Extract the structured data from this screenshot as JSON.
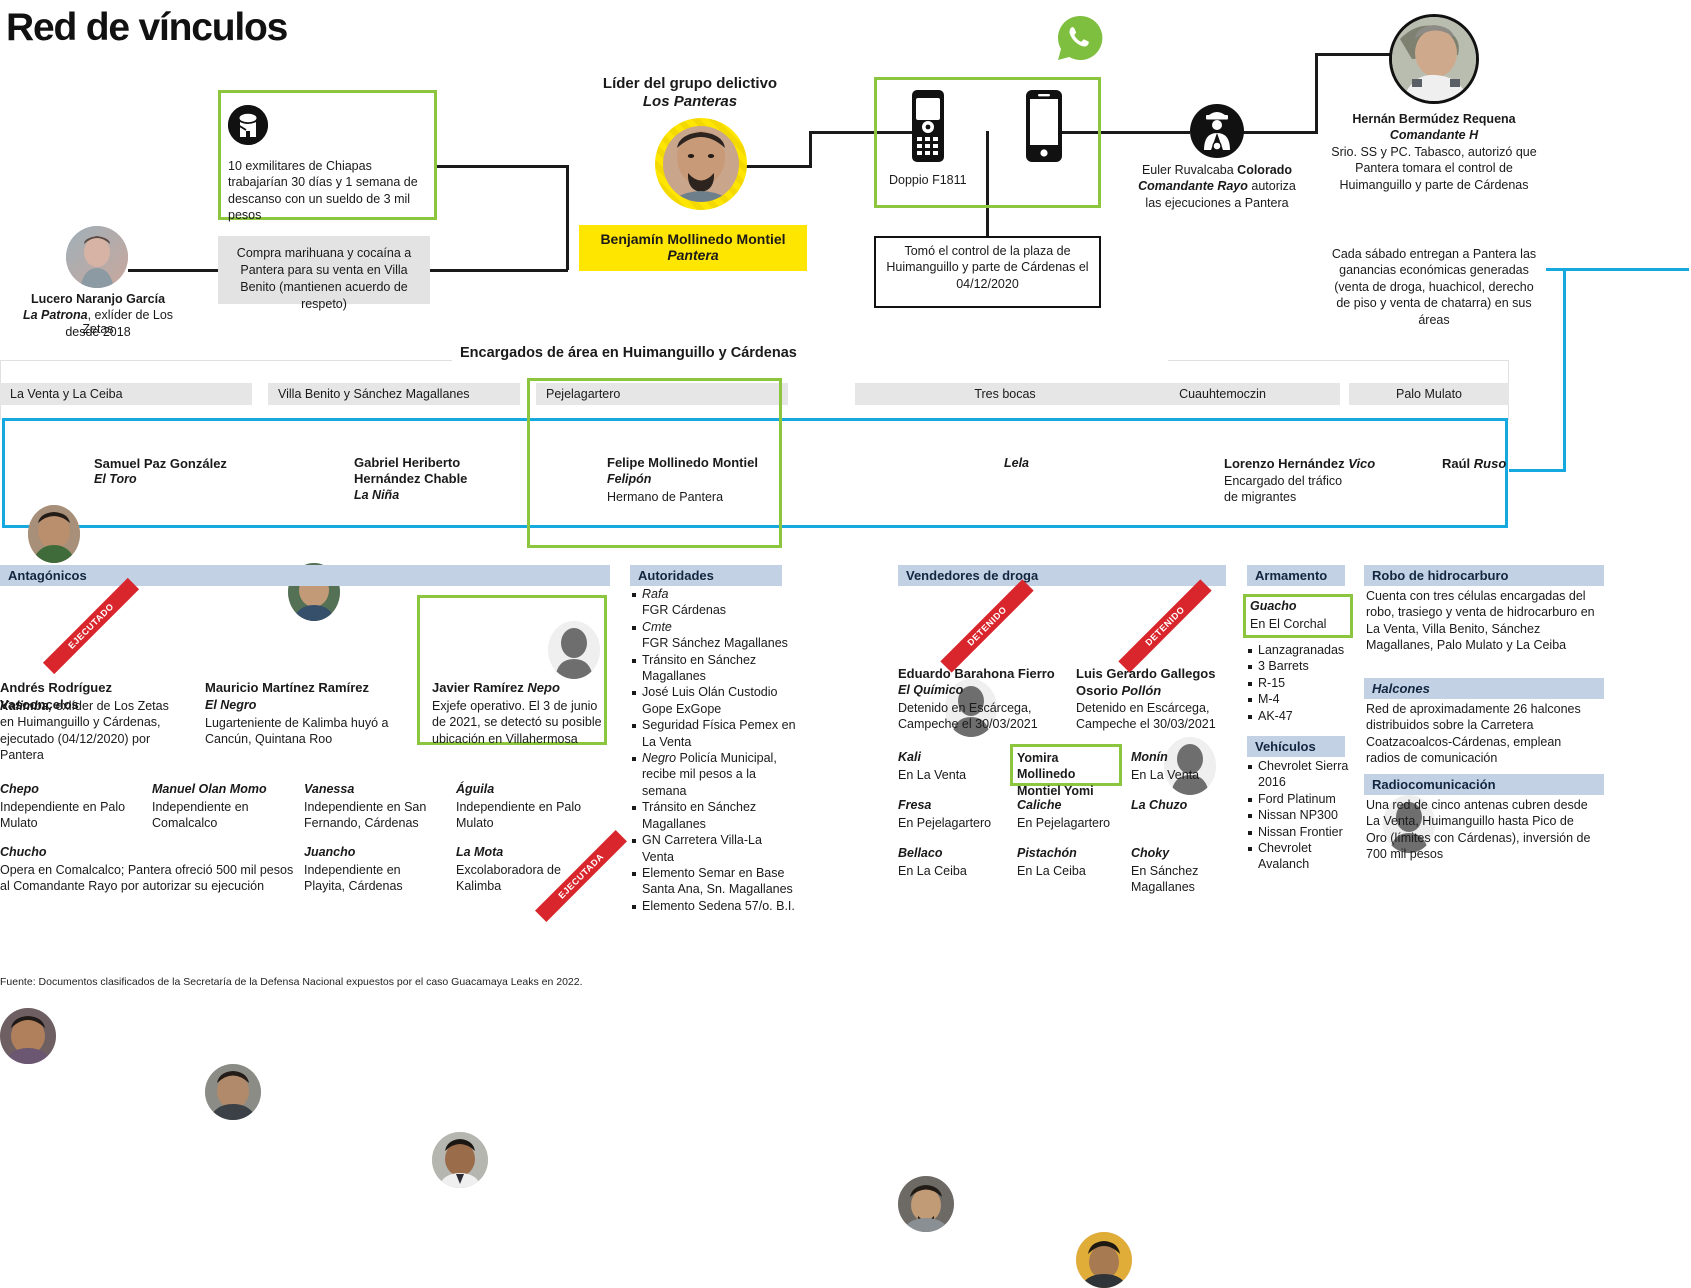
{
  "title": "Red de vínculos",
  "top": {
    "militaries_box": "10 exmilitares de Chiapas trabajarían 30 días y 1 semana de descanso con un sueldo de 3 mil pesos",
    "militaries_icon": "soldier-icon",
    "lucero": {
      "name": "Lucero Naranjo García",
      "alias": "La Patrona",
      "desc": ", exlíder de Los Zetas",
      "desc2": "desde 2018"
    },
    "compra_box": "Compra marihuana y cocaína a Pantera para su venta en Villa Benito (mantienen acuerdo de respeto)",
    "leader_label_1": "Líder del grupo delictivo",
    "leader_label_2": "Los Panteras",
    "leader_name": "Benjamín Mollinedo Montiel",
    "leader_alias": "Pantera",
    "phone_model": "Doppio F1811",
    "whatsapp_icon": "whatsapp-icon",
    "plaza_box": "Tomó el control de la plaza de Huimanguillo y parte de Cárdenas el 04/12/2020",
    "euler": {
      "name_plain": "Euler Ruvalcaba ",
      "name_bold": "Colorado",
      "alias": "Comandante Rayo",
      "desc": " autoriza",
      "desc2": "las ejecuciones a Pantera",
      "icon": "police-officer-icon"
    },
    "hernan": {
      "name": "Hernán Bermúdez Requena",
      "alias": "Comandante H",
      "desc": "Srio. SS y PC. Tabasco, autorizó que Pantera tomara el control de Huimanguillo y parte de Cárdenas"
    },
    "sabado_box": "Cada sábado entregan a Pantera las ganancias económicas generadas (venta de droga, huachicol, derecho de piso y venta de chatarra) en sus áreas"
  },
  "area_section": {
    "title": "Encargados de área en Huimanguillo y Cárdenas",
    "columns": [
      {
        "label": "La Venta y La Ceiba"
      },
      {
        "label": "Villa Benito y Sánchez Magallanes"
      },
      {
        "label": "Pejelagartero"
      },
      {
        "label": "Tres bocas"
      },
      {
        "label": "Cuauhtemoczin"
      },
      {
        "label": "Palo Mulato"
      }
    ],
    "people": [
      {
        "name": "Samuel Paz González",
        "alias": "El Toro",
        "note": "",
        "photo": true
      },
      {
        "name": "Gabriel Heriberto",
        "name2": "Hernández Chable",
        "alias": "La Niña",
        "note": "",
        "photo": true
      },
      {
        "name": "Felipe Mollinedo Montiel",
        "alias": "Felipón",
        "note": "Hermano de Pantera",
        "photo": false
      },
      {
        "name": "",
        "alias": "Lela",
        "note": "",
        "photo": false
      },
      {
        "name": "Lorenzo Hernández ",
        "alias": "Vico",
        "note": "Encargado del tráfico de migrantes",
        "photo": false
      },
      {
        "name": "Raúl ",
        "alias": "Ruso",
        "note": "",
        "photo": false
      }
    ]
  },
  "antagonicos": {
    "header": "Antagónicos",
    "people": [
      {
        "name": "Andrés Rodríguez Vasconcelos",
        "alias": "Kalimba,",
        "desc": " exlíder de Los Zetas en Huimanguillo y Cárdenas, ejecutado (04/12/2020) por Pantera",
        "flag": "EJECUTADO"
      },
      {
        "name": "Mauricio Martínez Ramírez",
        "alias": "El Negro",
        "desc": "Lugarteniente de Kalimba huyó a Cancún, Quintana Roo",
        "flag": ""
      },
      {
        "name": "Javier Ramírez ",
        "alias": "Nepo",
        "desc": "Exjefe operativo. El 3 de junio de 2021, se detectó su posible ubicación en Villahermosa",
        "flag": ""
      }
    ],
    "minor": [
      {
        "alias": "Chepo",
        "desc": "Independiente en Palo Mulato",
        "flag": ""
      },
      {
        "alias": "Manuel Olan Momo",
        "desc": "Independiente en Comalcalco",
        "flag": ""
      },
      {
        "alias": "Vanessa",
        "desc": "Independiente en San Fernando, Cárdenas",
        "flag": ""
      },
      {
        "alias": "Águila",
        "desc": "Independiente en Palo Mulato",
        "flag": ""
      },
      {
        "alias": "Chucho",
        "desc": "Opera en Comalcalco; Pantera ofreció 500 mil pesos al Comandante Rayo por autorizar su ejecución",
        "flag": ""
      },
      {
        "alias": "Juancho",
        "desc": "Independiente en Playita, Cárdenas",
        "flag": ""
      },
      {
        "alias": "La Mota",
        "desc": "Excolaboradora de Kalimba",
        "flag": "EJECUTADA"
      }
    ]
  },
  "autoridades": {
    "header": "Autoridades",
    "items": [
      {
        "alias": "Rafa",
        "rest": "FGR Cárdenas"
      },
      {
        "alias": "Cmte",
        "rest": "FGR Sánchez Magallanes"
      },
      {
        "alias": "",
        "rest": "Tránsito en Sánchez Magallanes"
      },
      {
        "alias": "",
        "rest": "José Luis Olán Custodio Gope ExGope"
      },
      {
        "alias": "",
        "rest": "Seguridad Física Pemex en La Venta"
      },
      {
        "alias": "Negro",
        "rest": "Policía Municipal, recibe mil pesos a la semana"
      },
      {
        "alias": "",
        "rest": "Tránsito en Sánchez Magallanes"
      },
      {
        "alias": "",
        "rest": "GN Carretera Villa-La Venta"
      },
      {
        "alias": "",
        "rest": "Elemento Semar en Base Santa Ana, Sn. Magallanes"
      },
      {
        "alias": "",
        "rest": "Elemento Sedena 57/o. B.I."
      }
    ]
  },
  "vendedores": {
    "header": "Vendedores de droga",
    "people": [
      {
        "name": "Eduardo Barahona Fierro",
        "alias": "El Químico",
        "desc": "Detenido en Escárcega, Campeche el 30/03/2021",
        "flag": "DETENIDO"
      },
      {
        "name": "Luis Gerardo Gallegos Osorio ",
        "alias": "Pollón",
        "desc": "Detenido en Escárcega, Campeche el 30/03/2021",
        "flag": "DETENIDO"
      }
    ],
    "minor": [
      {
        "alias": "Kali",
        "desc": "En La Venta",
        "boxed": false
      },
      {
        "alias": "Yomira Mollinedo Montiel Yomi",
        "desc": "",
        "boxed": true
      },
      {
        "alias": "Monín",
        "desc": "En La Venta",
        "boxed": false
      },
      {
        "alias": "Fresa",
        "desc": "En Pejelagartero",
        "boxed": false
      },
      {
        "alias": "Caliche",
        "desc": "En Pejelagartero",
        "boxed": false
      },
      {
        "alias": "La Chuzo",
        "desc": "",
        "boxed": false
      },
      {
        "alias": "Bellaco",
        "desc": "En La Ceiba",
        "boxed": false
      },
      {
        "alias": "Pistachón",
        "desc": "En La Ceiba",
        "boxed": false
      },
      {
        "alias": "Choky",
        "desc": "En Sánchez Magallanes",
        "boxed": false
      }
    ]
  },
  "armamento": {
    "header": "Armamento",
    "boxed_alias": "Guacho",
    "boxed_desc": "En El Corchal",
    "items": [
      "Lanzagranadas",
      "3 Barrets",
      "R-15",
      "M-4",
      "AK-47"
    ]
  },
  "vehiculos": {
    "header": "Vehículos",
    "items": [
      "Chevrolet Sierra 2016",
      "Ford Platinum",
      "Nissan NP300",
      "Nissan Frontier",
      "Chevrolet Avalanch"
    ]
  },
  "robo": {
    "header": "Robo de hidrocarburo",
    "text": "Cuenta con tres células encargadas del robo, trasiego y venta de hidrocarburo en La Venta, Villa Benito, Sánchez Magallanes, Palo Mulato y La Ceiba"
  },
  "halcones": {
    "header": "Halcones",
    "text": "Red de aproximadamente 26 halcones distribuidos sobre la Carretera Coatzacoalcos-Cárdenas, emplean radios de comunicación"
  },
  "radio": {
    "header": "Radiocomunicación",
    "text": "Una red de cinco antenas cubren desde La Venta, Huimanguillo hasta Pico de Oro (límites con Cárdenas), inversión de 700 mil pesos"
  },
  "source": "Fuente: Documentos clasificados de la Secretaría de la Defensa Nacional expuestos por el caso Guacamaya Leaks en 2022.",
  "colors": {
    "green": "#8cc63e",
    "cyan": "#16a9e0",
    "yellow": "#ffe600",
    "red": "#d8262c",
    "header_blue": "#c3d1e4"
  }
}
